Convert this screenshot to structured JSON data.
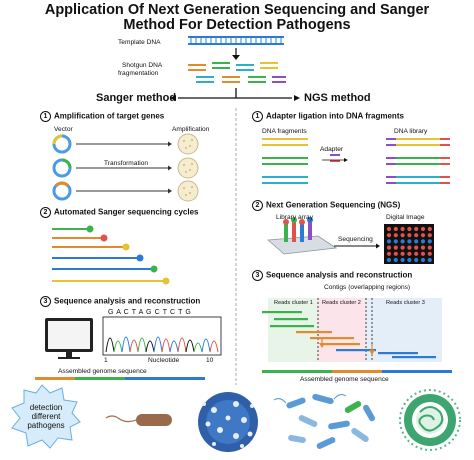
{
  "title_line1": "Application Of Next Generation Sequencing and Sanger",
  "title_line2": "Method For Detection Pathogens",
  "template_dna": "Template DNA",
  "shotgun_line1": "Shotgun DNA",
  "shotgun_line2": "fragmentation",
  "sanger_method": "Sanger method",
  "ngs_method": "NGS method",
  "sanger": {
    "step1": {
      "num": "1",
      "title": "Amplification of target genes",
      "vector": "Vector",
      "amplification": "Amplification",
      "transformation": "Transformation"
    },
    "step2": {
      "num": "2",
      "title": "Automated Sanger sequencing cycles"
    },
    "step3": {
      "num": "3",
      "title": "Sequence analysis and reconstruction",
      "bases": "G A C T A G C T C T G",
      "tick_start": "1",
      "tick_end": "10",
      "axis_label": "Nucleotide"
    },
    "assembled": "Assembled genome sequence"
  },
  "ngs": {
    "step1": {
      "num": "1",
      "title": "Adapter ligation into DNA fragments",
      "fragments": "DNA fragments",
      "library": "DNA library",
      "adapter": "Adapter"
    },
    "step2": {
      "num": "2",
      "title": "Next Generation Sequencing (NGS)",
      "array": "Library array",
      "image": "Digital Image",
      "sequencing": "Sequencing"
    },
    "step3": {
      "num": "3",
      "title": "Sequence analysis and reconstruction",
      "contigs": "Contigs (overlapping regions)",
      "cluster1": "Reads cluster 1",
      "cluster2": "Reads cluster 2",
      "cluster3": "Reads cluster 3"
    },
    "assembled": "Assembled genome sequence"
  },
  "detection_line1": "detection",
  "detection_line2": "different",
  "detection_line3": "pathogens"
}
